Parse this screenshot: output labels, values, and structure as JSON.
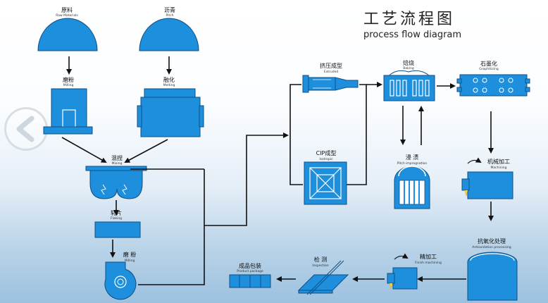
{
  "title": {
    "cn": "工艺流程图",
    "en": "process flow diagram"
  },
  "nodes": {
    "raw_materials": {
      "cn": "原料",
      "en": "Raw Materials"
    },
    "pitch": {
      "cn": "沥青",
      "en": "Pitch"
    },
    "milling_1": {
      "cn": "磨粉",
      "en": "Milling"
    },
    "melting": {
      "cn": "融化",
      "en": "Melting"
    },
    "mixing": {
      "cn": "混捏",
      "en": "Mixing"
    },
    "flaking": {
      "cn": "轧片",
      "en": "Flaking"
    },
    "milling_2": {
      "cn": "磨 粉",
      "en": "Milling"
    },
    "extruded": {
      "cn": "挤压成型",
      "en": "Extruded"
    },
    "isotropic": {
      "cn": "CIP成型",
      "en": "Isotropic"
    },
    "baking": {
      "cn": "焙烧",
      "en": "Baking"
    },
    "impregnation": {
      "cn": "浸  渍",
      "en": "Pitch impregnation"
    },
    "graphitizing": {
      "cn": "石墨化",
      "en": "Graphitizing"
    },
    "machining": {
      "cn": "机械加工",
      "en": "Machining"
    },
    "antioxidation": {
      "cn": "抗氧化处理",
      "en": "Antioxidation processing"
    },
    "finish_machining": {
      "cn": "精加工",
      "en": "Finish machining"
    },
    "inspection": {
      "cn": "检 测",
      "en": "Inspection"
    },
    "product_package": {
      "cn": "成品包装",
      "en": "Product package"
    }
  },
  "colors": {
    "machine": "#1e8fdc",
    "outline": "#0f4f86",
    "line": "#111111"
  },
  "icons": {
    "nav_back": "arrow-left-icon"
  }
}
